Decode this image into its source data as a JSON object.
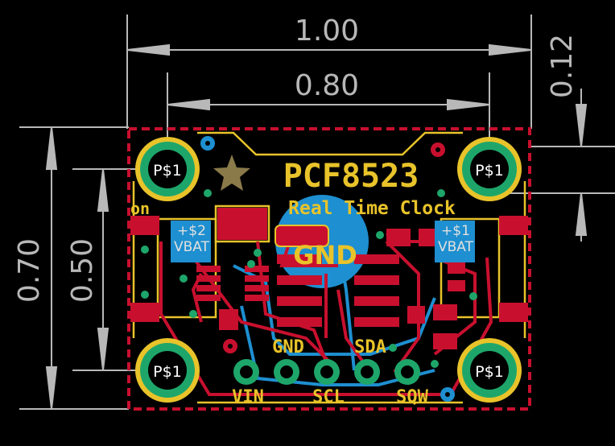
{
  "dimensions": {
    "width_outer": "1.00",
    "width_inner": "0.80",
    "offset_top": "0.12",
    "height_outer": "0.70",
    "height_inner": "0.50"
  },
  "silkscreen": {
    "chip_name": "PCF8523",
    "subtitle": "Real Time Clock",
    "left_label": "on",
    "center_label": "GND",
    "mount_holes": [
      "P$1",
      "P$1",
      "P$1",
      "P$1"
    ],
    "left_pad": {
      "top": "+$2",
      "bottom": "VBAT"
    },
    "right_pad": {
      "top": "+$1",
      "bottom": "VBAT"
    },
    "top_pins": [
      "GND",
      "SDA"
    ],
    "bottom_pins": [
      "VIN",
      "SCL",
      "SQW"
    ]
  },
  "colors": {
    "background": "#000000",
    "copper_top": "#c8102e",
    "copper_bottom": "#1e8fd0",
    "silkscreen": "#e8c32a",
    "pad": "#1ea66a",
    "dimension": "#b8b8b8",
    "outline": "#c8102e"
  }
}
